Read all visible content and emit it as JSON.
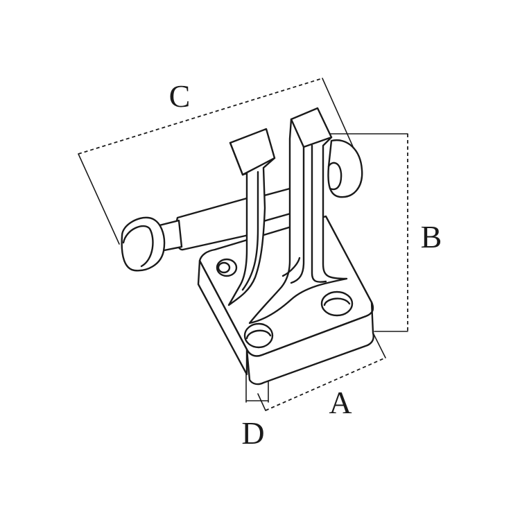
{
  "diagram": {
    "labels": {
      "a": "A",
      "b": "B",
      "c": "C",
      "d": "D"
    },
    "colors": {
      "line": "#1a1a1a",
      "background": "#ffffff"
    }
  }
}
